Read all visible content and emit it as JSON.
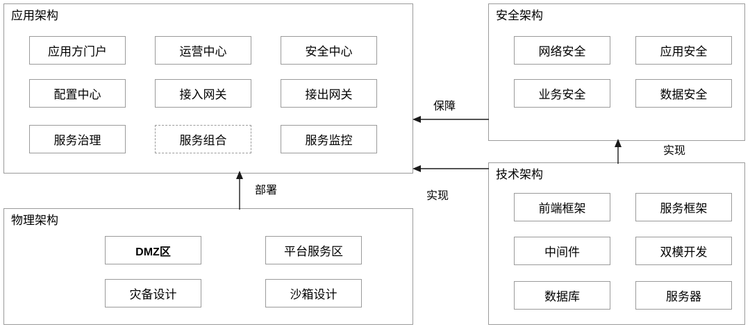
{
  "diagram": {
    "title_font_note": "",
    "groups": [
      {
        "id": "application",
        "title": "应用架构",
        "cards": [
          {
            "label": "应用方门户",
            "style": "solid"
          },
          {
            "label": "运营中心",
            "style": "solid"
          },
          {
            "label": "安全中心",
            "style": "solid"
          },
          {
            "label": "配置中心",
            "style": "solid"
          },
          {
            "label": "接入网关",
            "style": "solid"
          },
          {
            "label": "接出网关",
            "style": "solid"
          },
          {
            "label": "服务治理",
            "style": "solid"
          },
          {
            "label": "服务组合",
            "style": "dashed"
          },
          {
            "label": "服务监控",
            "style": "solid"
          }
        ]
      },
      {
        "id": "security",
        "title": "安全架构",
        "cards": [
          {
            "label": "网络安全",
            "style": "solid"
          },
          {
            "label": "应用安全",
            "style": "solid"
          },
          {
            "label": "业务安全",
            "style": "solid"
          },
          {
            "label": "数据安全",
            "style": "solid"
          }
        ]
      },
      {
        "id": "technical",
        "title": "技术架构",
        "cards": [
          {
            "label": "前端框架",
            "style": "solid"
          },
          {
            "label": "服务框架",
            "style": "solid"
          },
          {
            "label": "中间件",
            "style": "solid"
          },
          {
            "label": "双模开发",
            "style": "solid"
          },
          {
            "label": "数据库",
            "style": "solid"
          },
          {
            "label": "服务器",
            "style": "solid"
          }
        ]
      },
      {
        "id": "physical",
        "title": "物理架构",
        "cards": [
          {
            "label": "DMZ区",
            "style": "bold"
          },
          {
            "label": "平台服务区",
            "style": "solid"
          },
          {
            "label": "灾备设计",
            "style": "solid"
          },
          {
            "label": "沙箱设计",
            "style": "solid"
          }
        ]
      }
    ],
    "connections": [
      {
        "id": "security-to-application",
        "label": "保障",
        "from": "security",
        "to": "application",
        "direction": "left"
      },
      {
        "id": "technical-to-application",
        "label": "实现",
        "from": "technical",
        "to": "application",
        "direction": "left"
      },
      {
        "id": "technical-to-security",
        "label": "实现",
        "from": "technical",
        "to": "security",
        "direction": "up"
      },
      {
        "id": "physical-to-application",
        "label": "部署",
        "from": "physical",
        "to": "application",
        "direction": "up"
      }
    ],
    "colors": {
      "box_border": "#9a9a9a",
      "arrow": "#1a1a1a",
      "background": "#ffffff",
      "text": "#000000"
    }
  }
}
